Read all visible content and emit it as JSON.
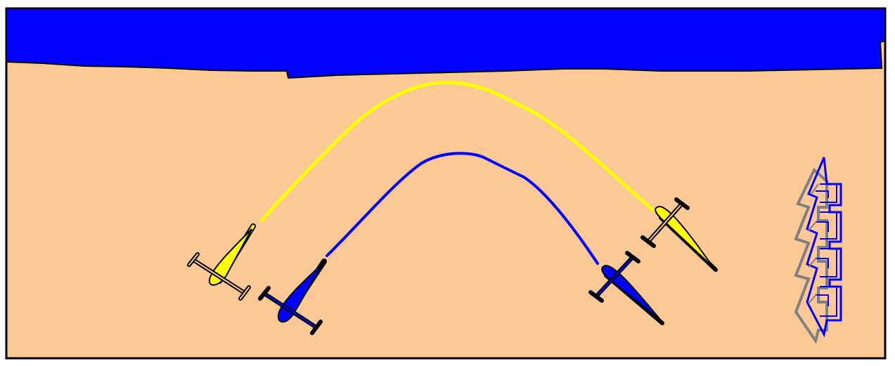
{
  "scene": {
    "title": "",
    "colors": {
      "water": "#0000FF",
      "sand": "#FBC896",
      "outline": "#000000",
      "yellow_team": "#FFFF00",
      "blue_team": "#0000FF",
      "target_front": "#0000FF",
      "target_shadow": "#808080"
    },
    "elements": [
      {
        "name": "water-region",
        "kind": "water"
      },
      {
        "name": "sand-region",
        "kind": "ground"
      },
      {
        "name": "yellow-flight-path",
        "kind": "path",
        "color": "yellow_team"
      },
      {
        "name": "blue-flight-path",
        "kind": "path",
        "color": "blue_team"
      },
      {
        "name": "yellow-helicopter-left",
        "kind": "helicopter",
        "color": "yellow_team"
      },
      {
        "name": "yellow-helicopter-right",
        "kind": "helicopter",
        "color": "yellow_team"
      },
      {
        "name": "blue-helicopter-left",
        "kind": "helicopter",
        "color": "blue_team"
      },
      {
        "name": "blue-helicopter-right",
        "kind": "helicopter",
        "color": "blue_team"
      },
      {
        "name": "target-structure",
        "kind": "target",
        "color": "target_front"
      }
    ]
  }
}
